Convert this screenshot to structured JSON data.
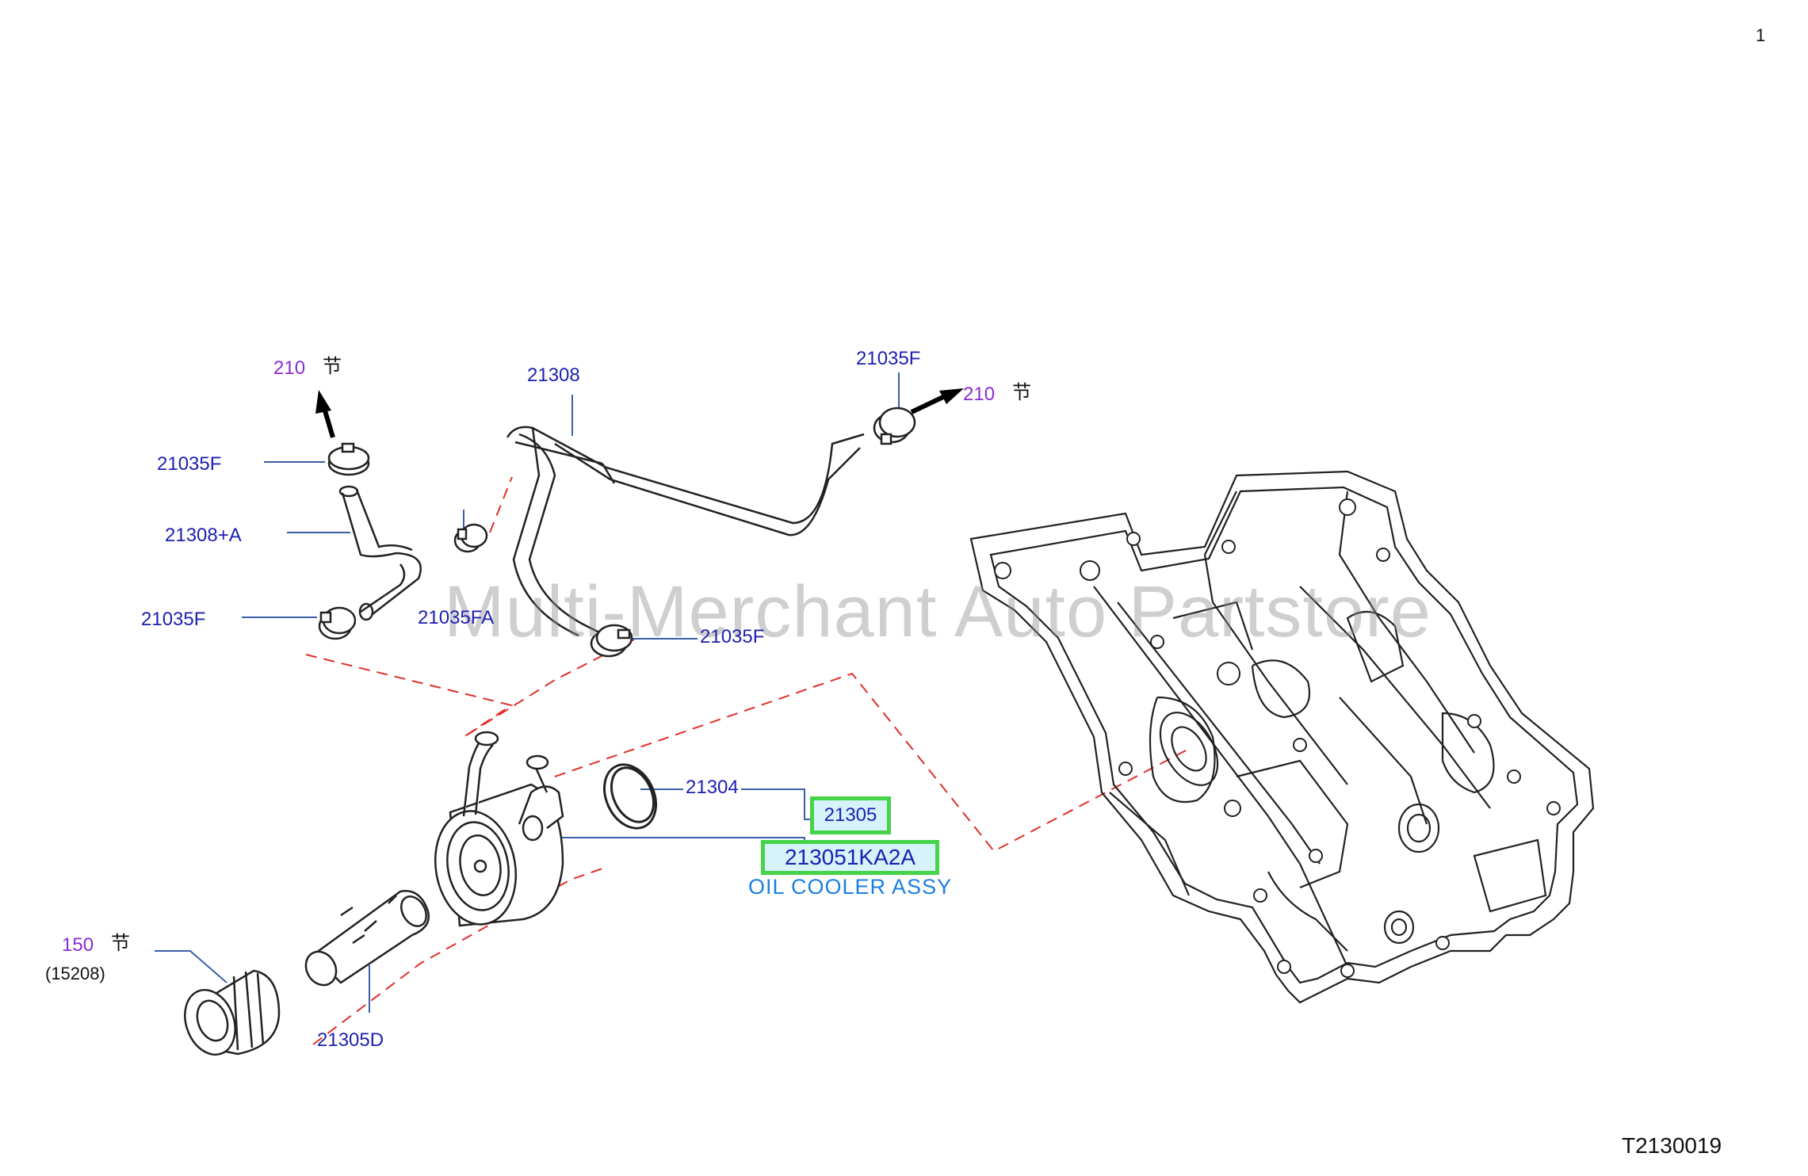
{
  "page_number": "1",
  "diagram_code": "T2130019",
  "watermark": "Multi-Merchant Auto Partstore",
  "section_char": "节",
  "refs": {
    "ref210_left": "210",
    "ref210_right": "210",
    "ref150": "150",
    "ref15208": "(15208)"
  },
  "parts": {
    "p21308": "21308",
    "p21035F_top_right": "21035F",
    "p21035F_left_top": "21035F",
    "p21308A": "21308+A",
    "p21035F_left_bottom": "21035F",
    "p21035FA": "21035FA",
    "p21035F_center": "21035F",
    "p21304": "21304",
    "p21305": "21305",
    "p213051KA2A": "213051KA2A",
    "p21305D": "21305D"
  },
  "description": "OIL COOLER ASSY",
  "colors": {
    "label_blue": "#1d1fb0",
    "ref_purple": "#8a2bd0",
    "highlight_green": "#45d34a",
    "highlight_fill": "#d6f3fb",
    "desc_blue": "#1b7fe0",
    "dash_red": "#e0302a"
  }
}
